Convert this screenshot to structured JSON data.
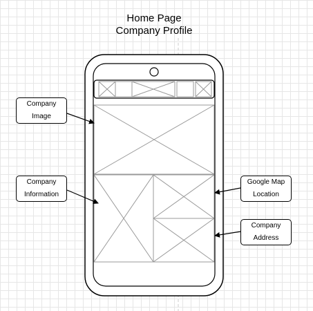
{
  "title": {
    "line1": "Home Page",
    "line2": "Company Profile"
  },
  "callouts": {
    "company_image": {
      "line1": "Company",
      "line2": "Image"
    },
    "company_information": {
      "line1": "Company",
      "line2": "Information"
    },
    "google_map_location": {
      "line1": "Google Map",
      "line2": "Location"
    },
    "company_address": {
      "line1": "Company",
      "line2": "Address"
    }
  },
  "colors": {
    "outline": "#000000",
    "wireframe": "#999999",
    "grid": "#e6e6e6",
    "guide": "#cccccc"
  }
}
